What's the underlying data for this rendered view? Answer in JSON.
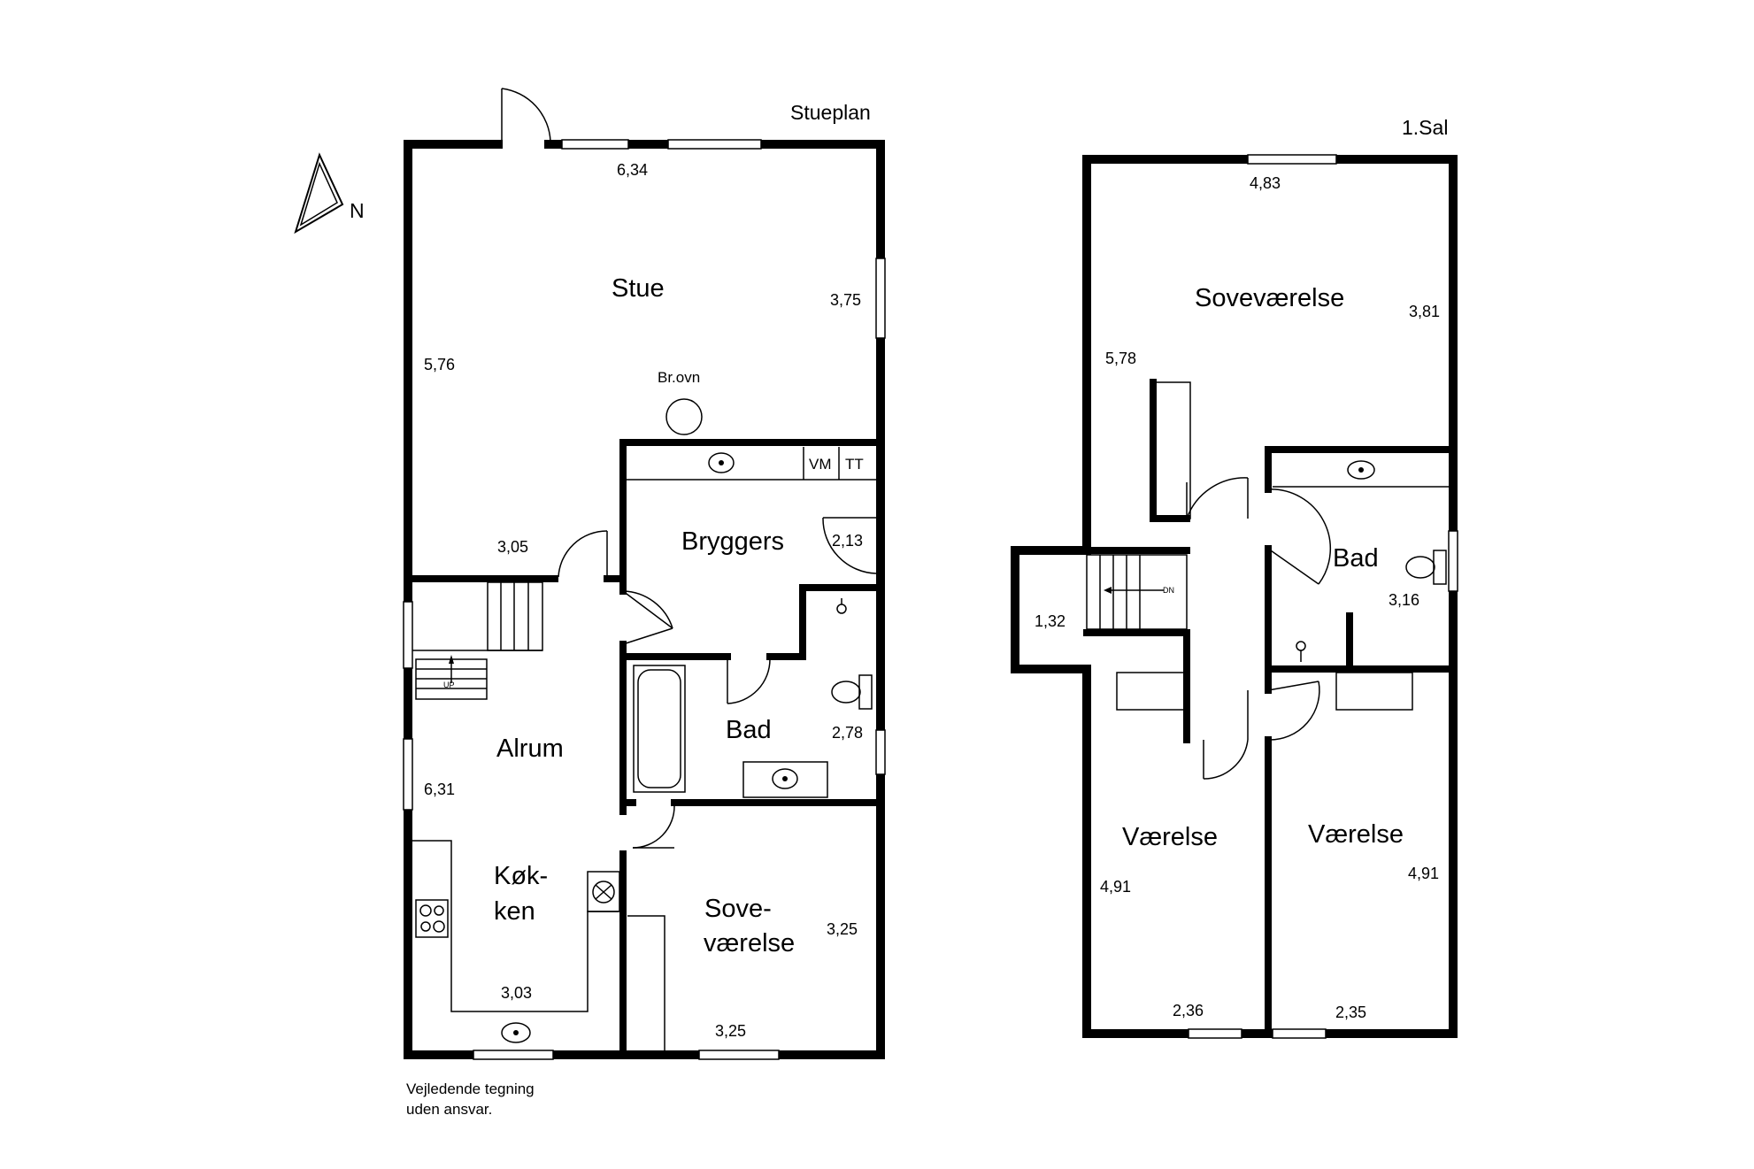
{
  "ground_floor": {
    "title": "Stueplan",
    "north_label": "N",
    "rooms": {
      "stue": "Stue",
      "bryggers": "Bryggers",
      "bad": "Bad",
      "alrum": "Alrum",
      "koekken_1": "Køk-",
      "koekken_2": "ken",
      "sove_1": "Sove-",
      "sove_2": "værelse"
    },
    "labels": {
      "stove": "Br.ovn",
      "vm": "VM",
      "tt": "TT",
      "up": "UP"
    },
    "dims": {
      "stue_width": "6,34",
      "stue_right": "3,75",
      "stue_left": "5,76",
      "stue_bottom": "3,05",
      "bryggers": "2,13",
      "bad": "2,78",
      "alrum": "6,31",
      "koekken": "3,03",
      "sove_right": "3,25",
      "sove_bottom": "3,25"
    },
    "note_1": "Vejledende tegning",
    "note_2": "uden ansvar."
  },
  "first_floor": {
    "title": "1.Sal",
    "rooms": {
      "sove": "Soveværelse",
      "bad": "Bad",
      "vaer_left": "Værelse",
      "vaer_right": "Værelse"
    },
    "labels": {
      "dn": "DN"
    },
    "dims": {
      "sove_width": "4,83",
      "sove_right": "3,81",
      "sove_left": "5,78",
      "bad": "3,16",
      "stair": "1,32",
      "vaer_left_side": "4,91",
      "vaer_left_bottom": "2,36",
      "vaer_right_side": "4,91",
      "vaer_right_bottom": "2,35"
    }
  }
}
